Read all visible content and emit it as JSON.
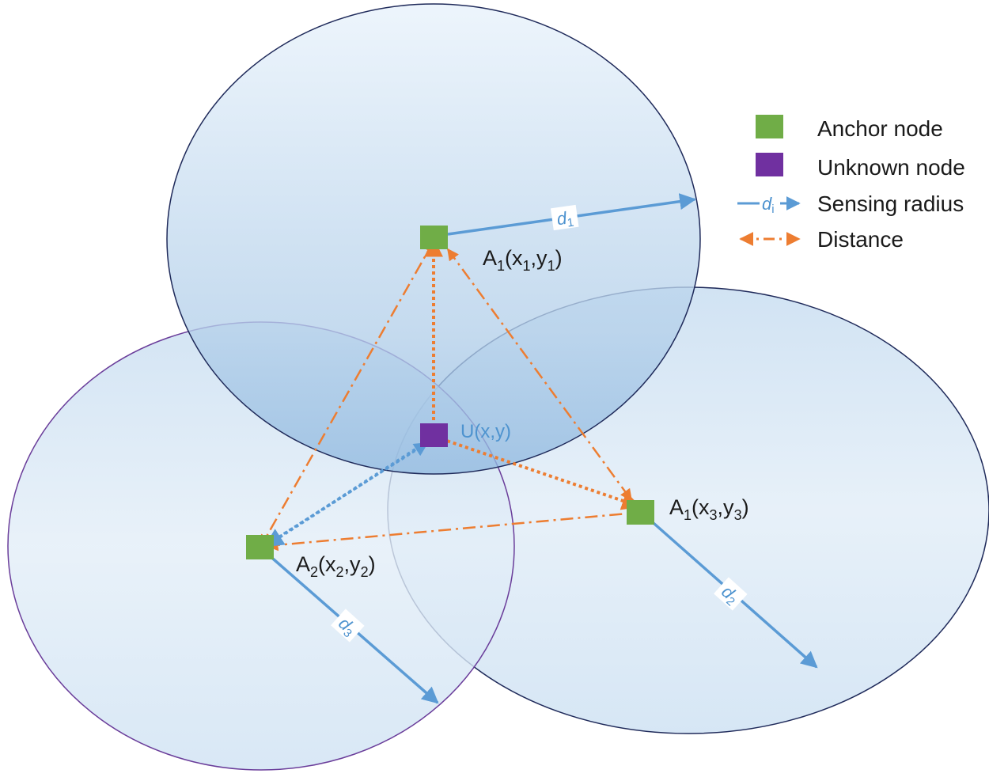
{
  "colors": {
    "anchor": "#70ad47",
    "unknown": "#7030a0",
    "radius": "#5b9bd5",
    "distance": "#ed7d31"
  },
  "anchors": {
    "a1": {
      "prefix": "A",
      "sub": "1",
      "open": "(x",
      "xsub": "1",
      "comma": ",y",
      "ysub": "1",
      "close": ")"
    },
    "a2": {
      "prefix": "A",
      "sub": "2",
      "open": "(x",
      "xsub": "2",
      "comma": ",y",
      "ysub": "2",
      "close": ")"
    },
    "a3": {
      "prefix": "A",
      "sub": "1",
      "open": "(x",
      "xsub": "3",
      "comma": ",y",
      "ysub": "3",
      "close": ")"
    }
  },
  "unknown": {
    "label": "U(x,y)"
  },
  "radii": {
    "d1": {
      "letter": "d",
      "sub": "1"
    },
    "d2": {
      "letter": "d",
      "sub": "2"
    },
    "d3": {
      "letter": "d",
      "sub": "3"
    }
  },
  "legend": {
    "anchor": "Anchor node",
    "unknown": "Unknown node",
    "radius_sample": {
      "letter": "d",
      "sub": "i"
    },
    "radius": "Sensing radius",
    "distance": "Distance"
  }
}
